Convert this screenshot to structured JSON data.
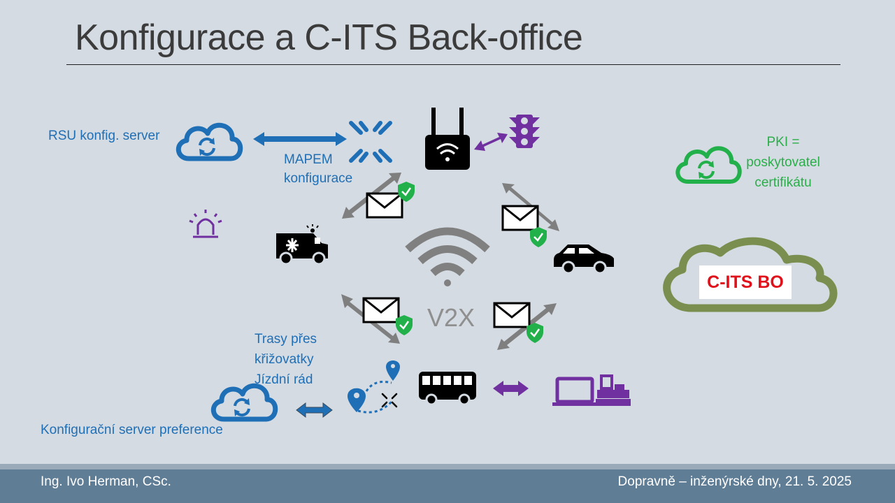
{
  "slide": {
    "title": "Konfigurace a C-ITS Back-office",
    "footer_left": "Ing. Ivo Herman, CSc.",
    "footer_right": "Dopravně – inženýrské dny, 21. 5. 2025"
  },
  "labels": {
    "rsu_server": "RSU konfig. server",
    "mapem_line1": "MAPEM",
    "mapem_line2": "konfigurace",
    "pki_line1": "PKI =",
    "pki_line2": "poskytovatel",
    "pki_line3": "certifikátu",
    "v2x": "V2X",
    "cits_bo": "C-ITS BO",
    "routes_line1": "Trasy přes",
    "routes_line2": "křižovatky",
    "routes_line3": "Jízdní rád",
    "pref_server": "Konfigurační server preference"
  },
  "colors": {
    "blue": "#1f6fb7",
    "green": "#22b04b",
    "purple": "#7030a0",
    "olive": "#7a8f4f",
    "gray": "#808080",
    "black": "#000000",
    "red": "#e0111a"
  },
  "icons": [
    "cloud-sync-icon",
    "broken-link-icon",
    "wifi-router-icon",
    "traffic-light-icon",
    "envelope-icon",
    "shield-check-icon",
    "siren-icon",
    "ambulance-icon",
    "wifi-signal-icon",
    "car-icon",
    "bus-icon",
    "route-pins-icon",
    "laptop-icon",
    "cash-register-icon",
    "cloud-icon"
  ]
}
